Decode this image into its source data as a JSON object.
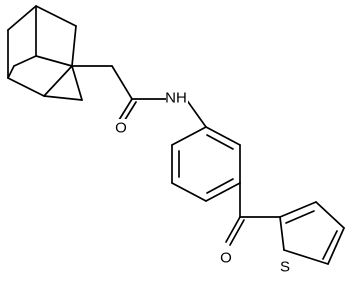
{
  "labels": {
    "amide_nitrogen": "NH",
    "amide_oxygen": "O",
    "ketone_oxygen": "O",
    "thiophene_sulfur": "S"
  }
}
